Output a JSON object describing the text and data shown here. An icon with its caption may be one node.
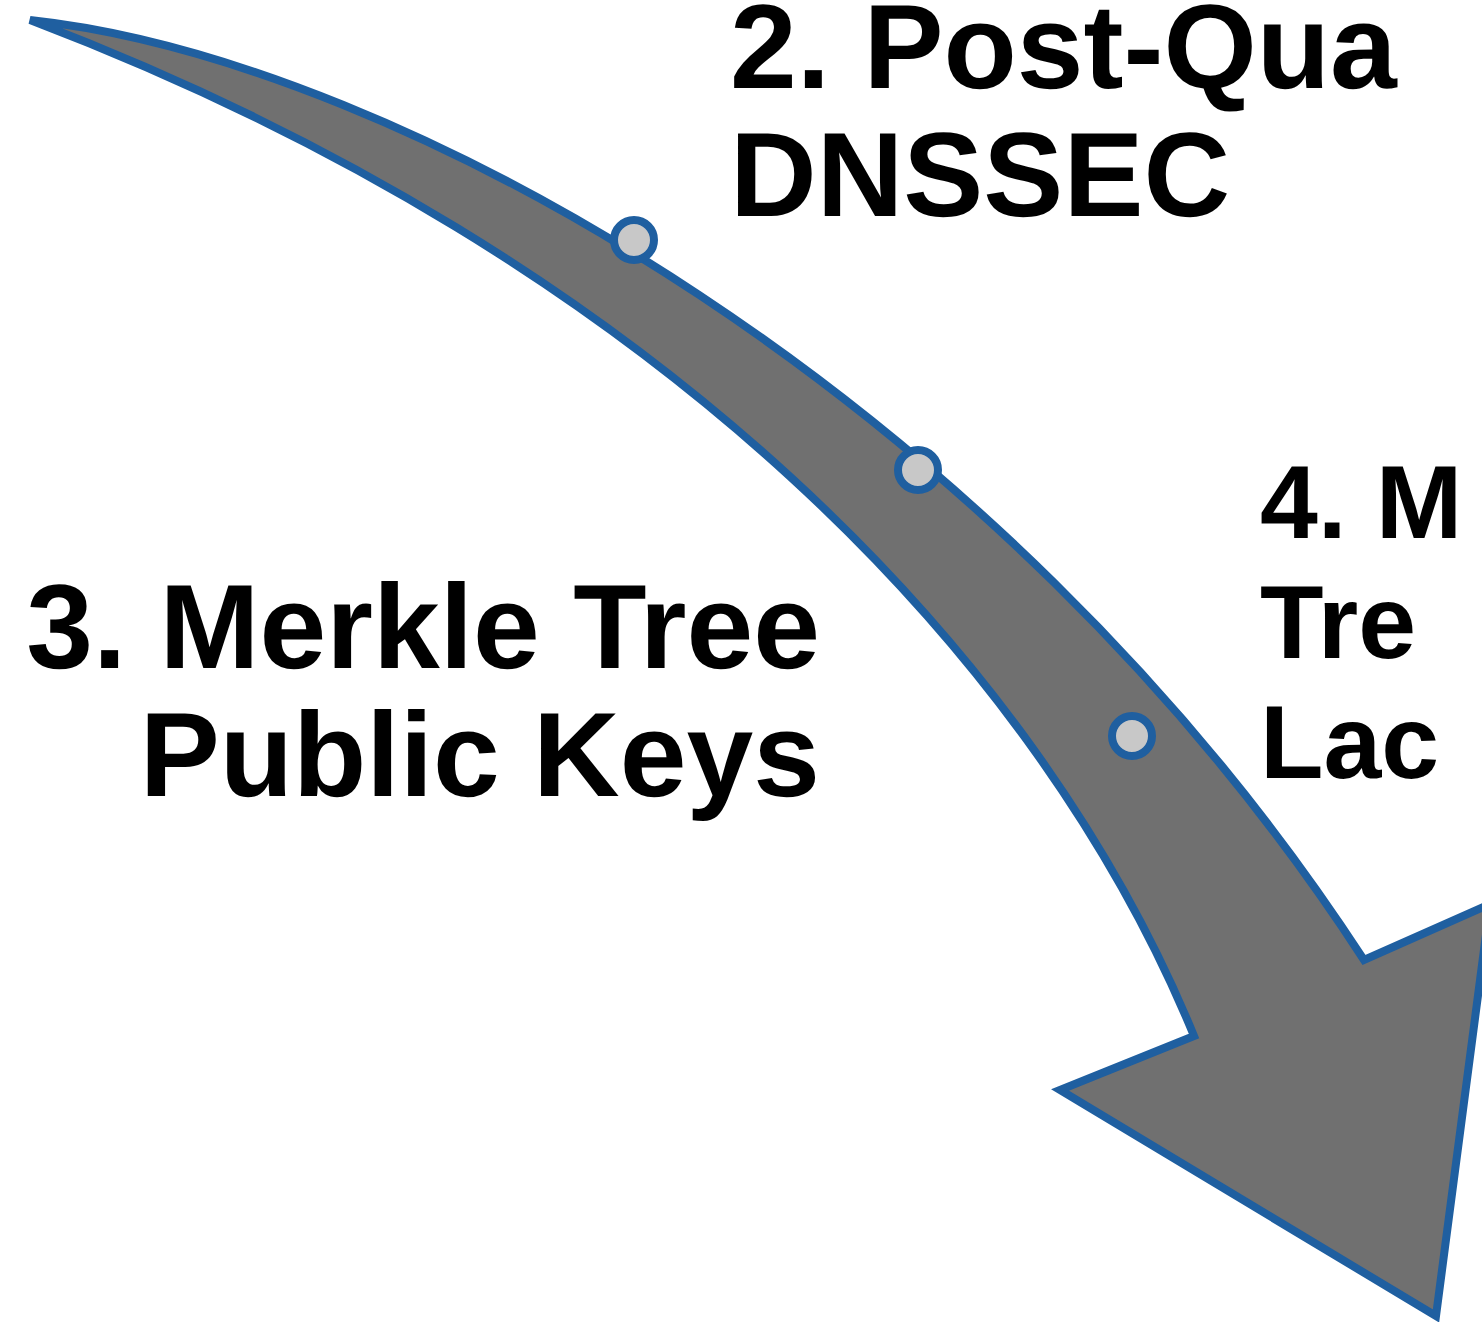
{
  "diagram": {
    "labels": [
      "2. Post-Qua DNSSEC",
      "3. Merkle Tree Public Keys",
      "4. M Tre Lac"
    ]
  }
}
